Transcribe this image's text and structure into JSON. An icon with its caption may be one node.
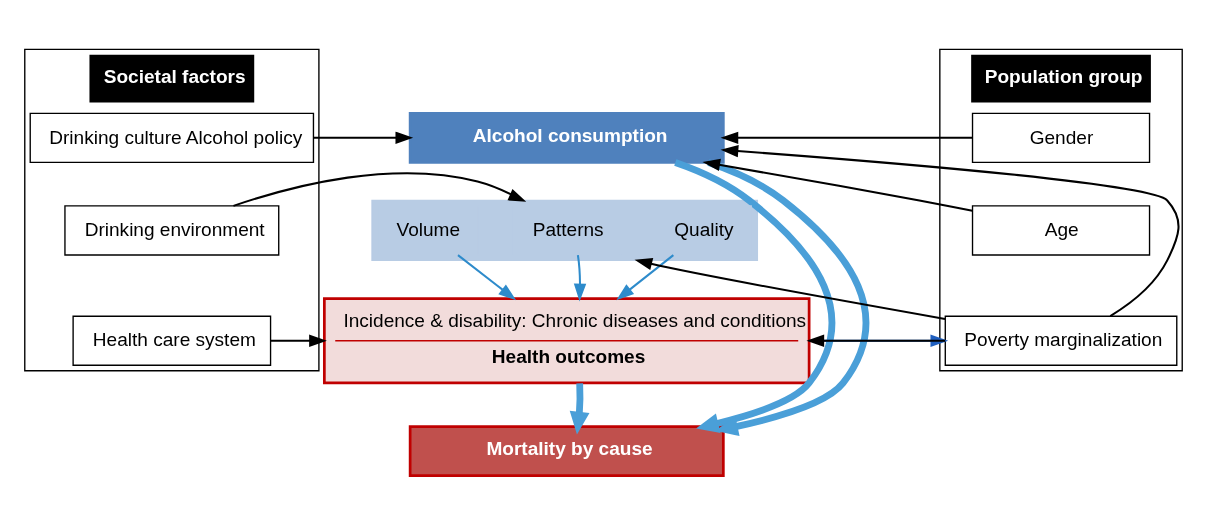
{
  "diagram": {
    "nodes": [
      {
        "text": [
          "Societal factors"
        ]
      },
      {
        "text": [
          "Drinking culture Alcohol policy"
        ],
        "in": 0
      },
      {
        "text": [
          "Drinking environment"
        ],
        "in": 0
      },
      {
        "text": [
          "Health care system"
        ],
        "in": 0
      },
      {
        "text": [
          "Alcohol consumption"
        ]
      },
      {
        "text": [],
        "shape": "bar"
      },
      {
        "text": [
          "Volume"
        ],
        "in": 5
      },
      {
        "text": [
          "Patterns"
        ],
        "in": 5
      },
      {
        "text": [
          "Quality"
        ],
        "in": 5
      },
      {
        "text": [
          "Incidence & disability: Chronic diseases and conditions",
          "Health outcomes"
        ]
      },
      {
        "text": [
          "Mortality by cause"
        ]
      },
      {
        "text": [
          "Population group"
        ]
      },
      {
        "text": [
          "Gender"
        ],
        "in": 11
      },
      {
        "text": [
          "Age"
        ],
        "in": 11
      },
      {
        "text": [
          "Poverty marginalization"
        ],
        "in": 11
      }
    ],
    "edges": [
      {
        "from": 1,
        "to": 4,
        "arrow": "to"
      },
      {
        "from": 2,
        "to": 5,
        "arrow": "to"
      },
      {
        "from": 3,
        "to": 9,
        "arrow": "to"
      },
      {
        "from": 12,
        "to": 4,
        "arrow": "to"
      },
      {
        "from": 13,
        "to": 4,
        "arrow": "to"
      },
      {
        "from": 14,
        "to": 4,
        "arrow": "to"
      },
      {
        "from": 14,
        "to": 5,
        "arrow": "to"
      },
      {
        "from": 6,
        "to": 9,
        "arrow": "to",
        "color": "#2e8bcb"
      },
      {
        "from": 7,
        "to": 9,
        "arrow": "to",
        "color": "#2e8bcb"
      },
      {
        "from": 8,
        "to": 9,
        "arrow": "to",
        "color": "#2e8bcb"
      },
      {
        "from": 9,
        "to": 14,
        "arrow": "to",
        "color": "#1f5fbf"
      },
      {
        "from": 14,
        "to": 9,
        "arrow": "to"
      },
      {
        "from": 9,
        "to": 10,
        "arrow": "to",
        "style": "thick",
        "color": "#4a9fd8"
      },
      {
        "from": 4,
        "to": 10,
        "arrow": "to",
        "style": "thick",
        "color": "#4a9fd8"
      },
      {
        "from": 4,
        "to": 10,
        "arrow": "to",
        "style": "thick",
        "color": "#4a9fd8"
      }
    ]
  }
}
